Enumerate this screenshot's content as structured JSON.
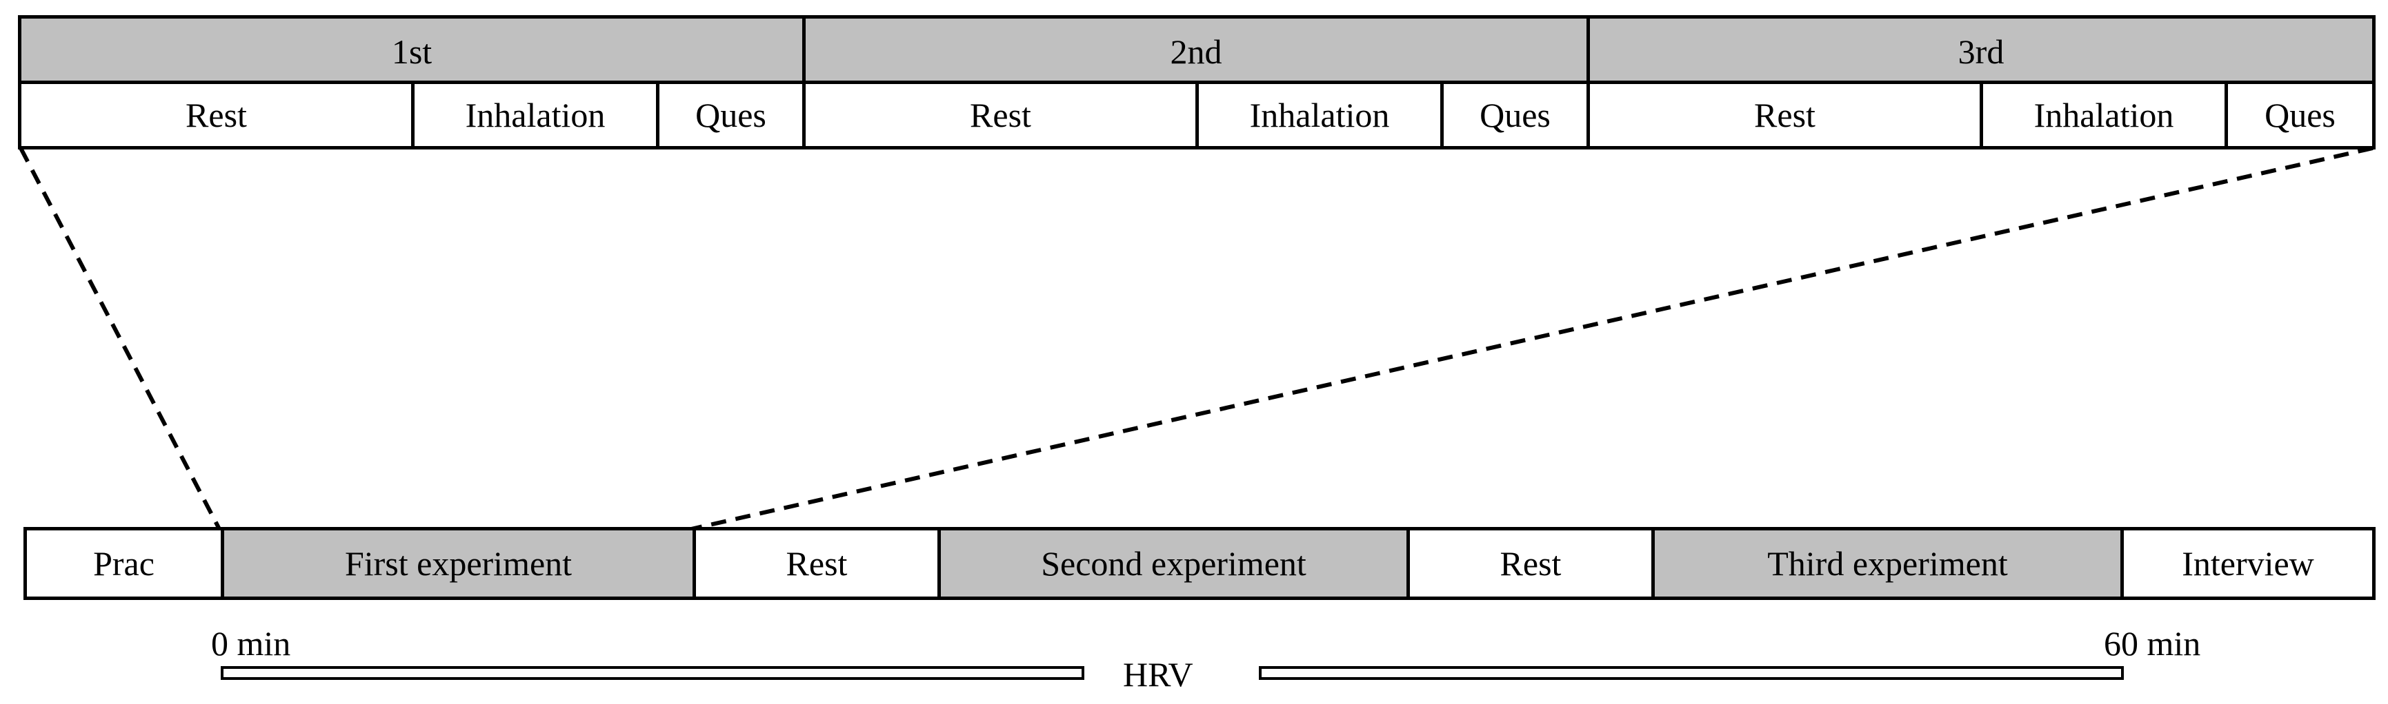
{
  "phases_header": [
    "1st",
    "2nd",
    "3rd"
  ],
  "phase_segments": [
    {
      "rest": "Rest",
      "inhalation": "Inhalation",
      "ques": "Ques"
    },
    {
      "rest": "Rest",
      "inhalation": "Inhalation",
      "ques": "Ques"
    },
    {
      "rest": "Rest",
      "inhalation": "Inhalation",
      "ques": "Ques"
    }
  ],
  "timeline": [
    {
      "label": "Prac",
      "shade": "white"
    },
    {
      "label": "First experiment",
      "shade": "grey"
    },
    {
      "label": "Rest",
      "shade": "white"
    },
    {
      "label": "Second experiment",
      "shade": "grey"
    },
    {
      "label": "Rest",
      "shade": "white"
    },
    {
      "label": "Third experiment",
      "shade": "grey"
    },
    {
      "label": "Interview",
      "shade": "white"
    }
  ],
  "hrv": {
    "start_label": "0 min",
    "end_label": "60 min",
    "label": "HRV"
  },
  "colors": {
    "grey_fill": "#c0c0c0",
    "line": "#000000",
    "white_fill": "#ffffff"
  }
}
